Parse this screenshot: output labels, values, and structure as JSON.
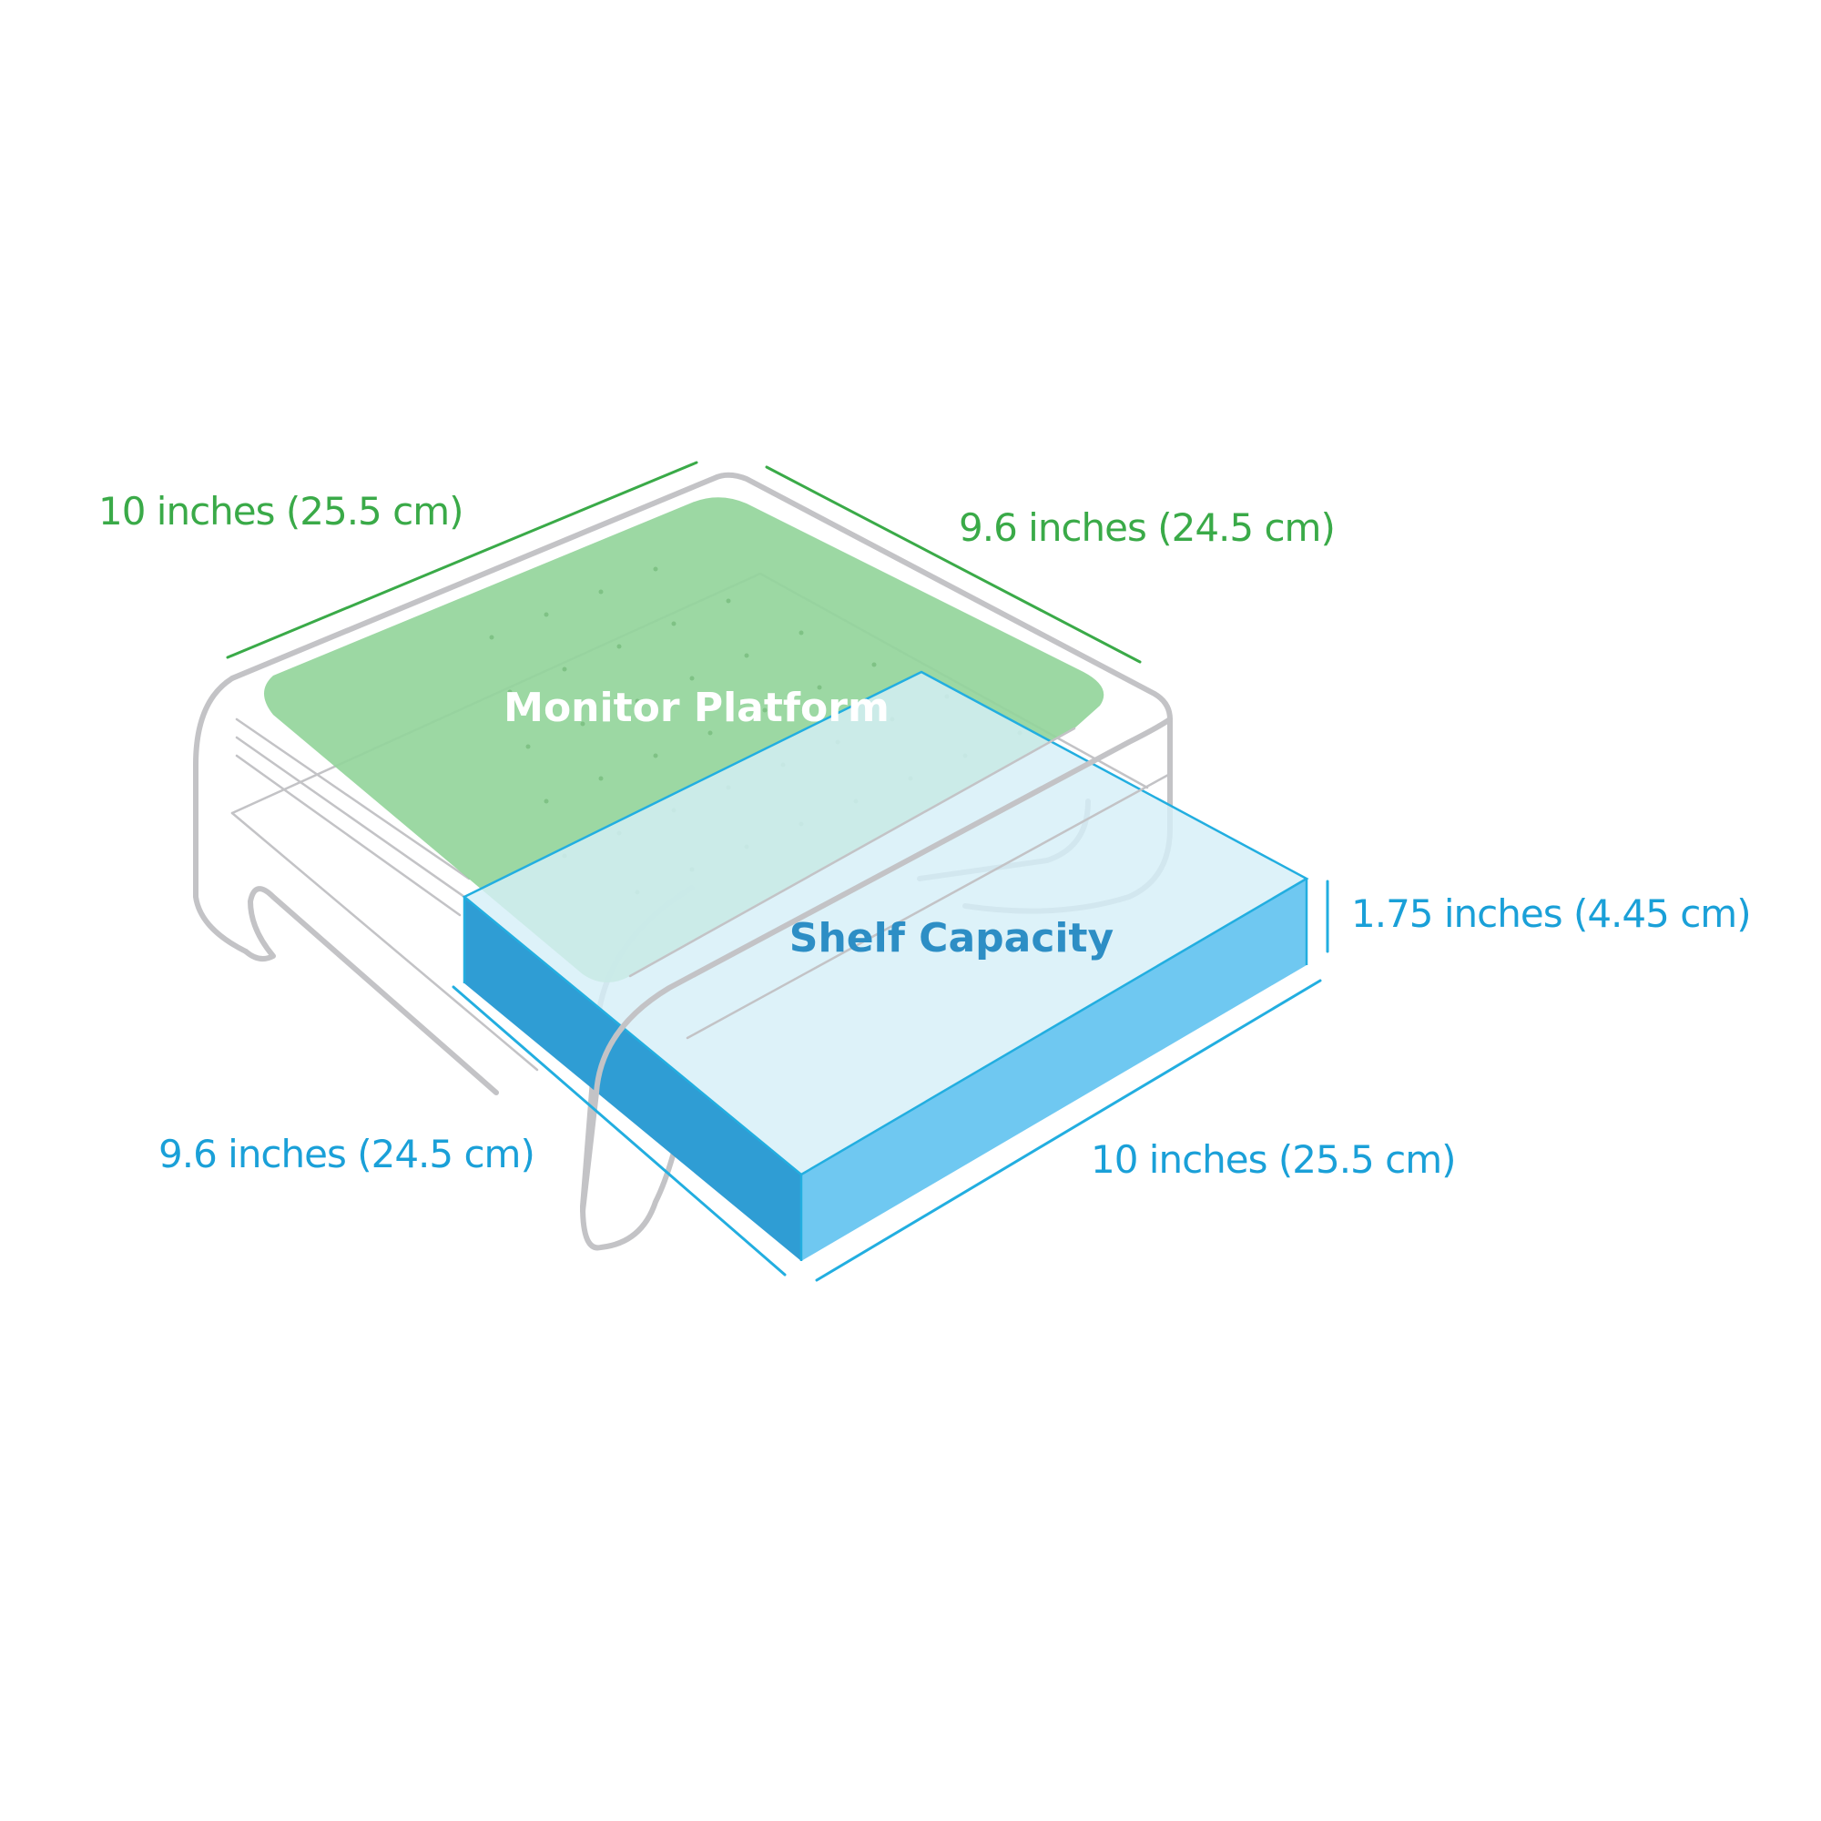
{
  "labels": {
    "platform_width": "10 inches (25.5 cm)",
    "platform_depth": "9.6 inches (24.5 cm)",
    "shelf_depth": "9.6 inches (24.5 cm)",
    "shelf_width": "10 inches (25.5 cm)",
    "shelf_height": "1.75 inches (4.45 cm)",
    "monitor_platform": "Monitor Platform",
    "shelf_capacity": "Shelf Capacity"
  },
  "colors": {
    "green_text": "#3aaa48",
    "green_line": "#3aaa48",
    "platform_fill": "#94d59b",
    "blue_text": "#1aa0d8",
    "blue_line": "#22aee0",
    "shelf_top_fill": "#ddf1f8",
    "shelf_front_fill": "#6fc8f1",
    "shelf_side_fill": "#2f9dd4",
    "shelf_label": "#2d8ec5",
    "outline_gray": "#c3c3c6"
  }
}
